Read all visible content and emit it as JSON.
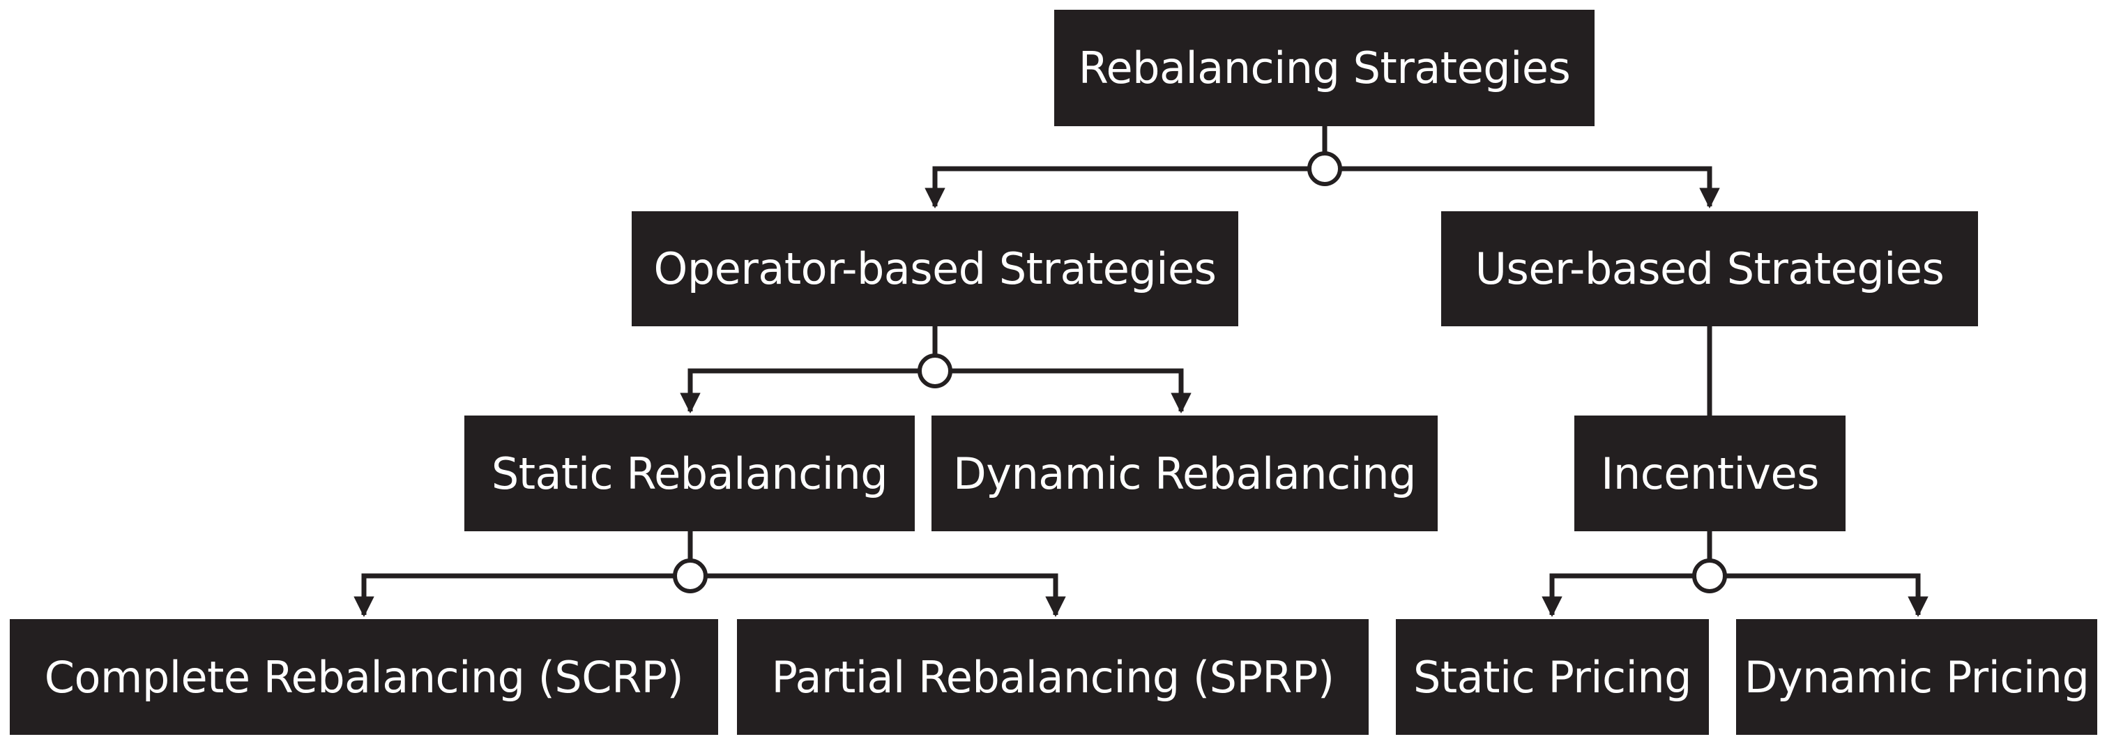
{
  "diagram": {
    "nodes": {
      "root": "Rebalancing Strategies",
      "operator_based": "Operator-based Strategies",
      "user_based": "User-based Strategies",
      "static_rebalancing": "Static Rebalancing",
      "dynamic_rebalancing": "Dynamic Rebalancing",
      "incentives": "Incentives",
      "complete_rebalancing": "Complete Rebalancing (SCRP)",
      "partial_rebalancing": "Partial Rebalancing (SPRP)",
      "static_pricing": "Static Pricing",
      "dynamic_pricing": "Dynamic Pricing"
    },
    "colors": {
      "node_fill": "#231f20",
      "node_text": "#ffffff",
      "connector": "#231f20",
      "junction_fill": "#ffffff"
    }
  }
}
